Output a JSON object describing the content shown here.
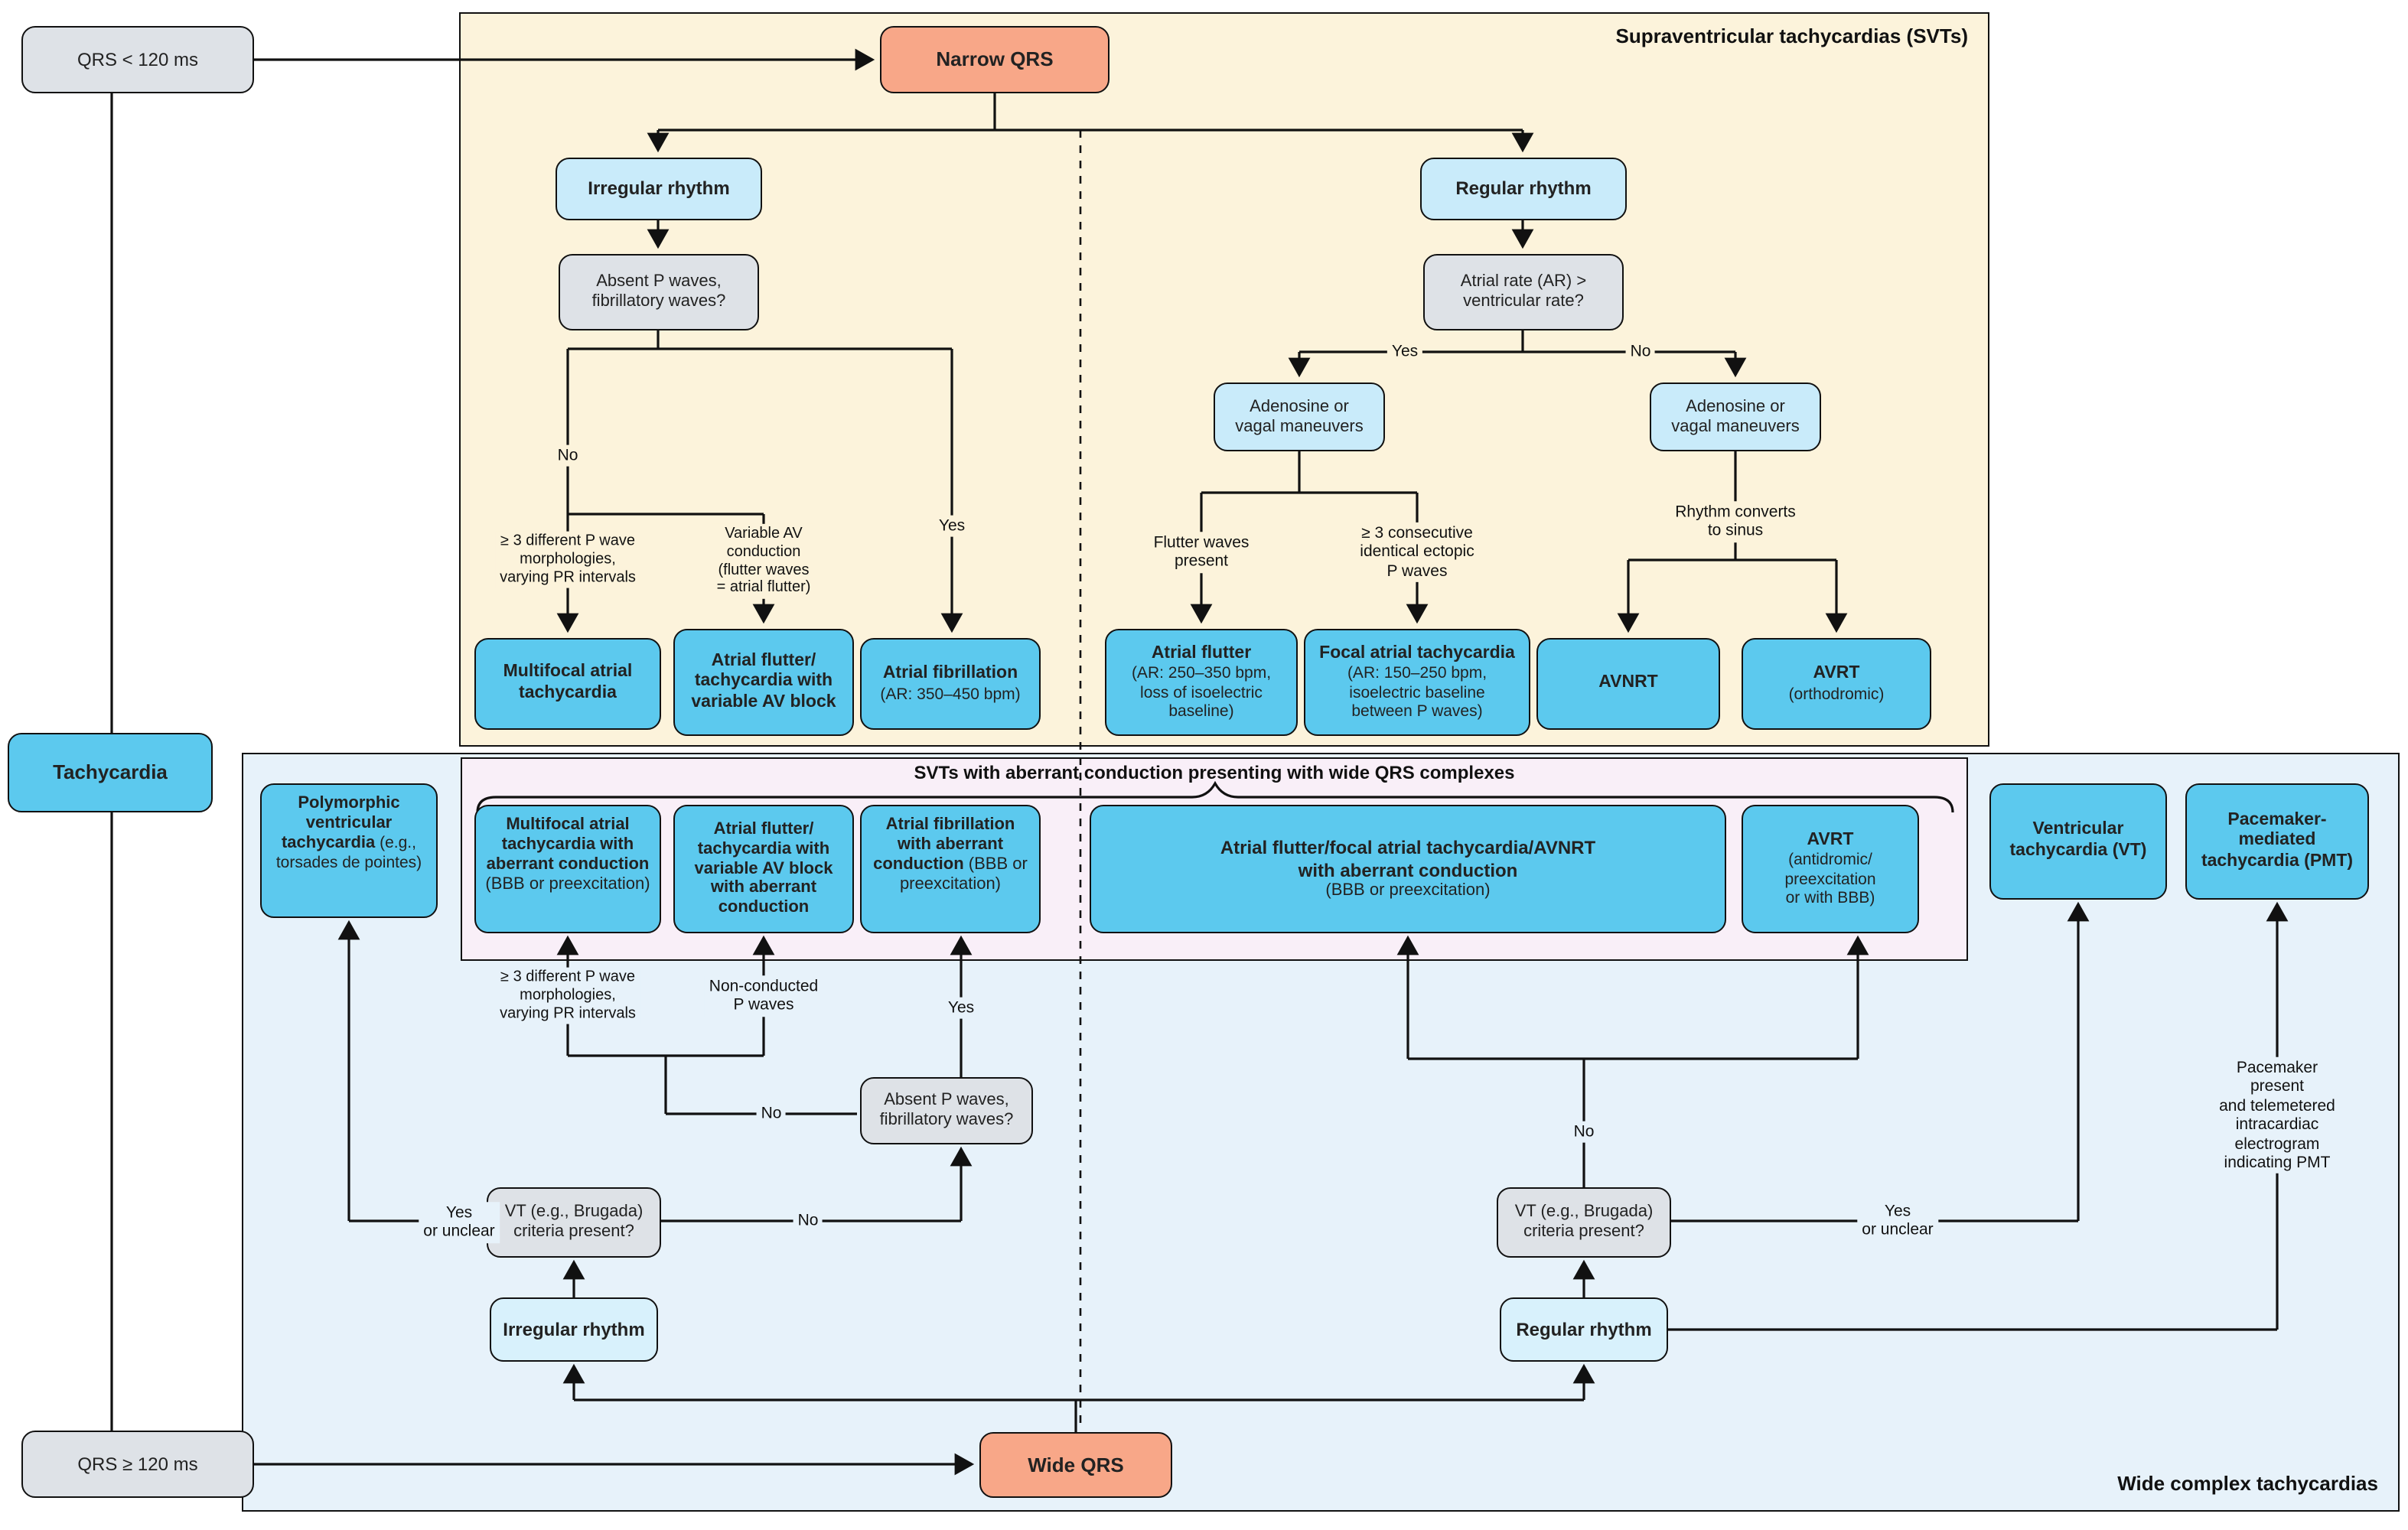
{
  "panels": {
    "svt_title": "Supraventricular tachycardias (SVTs)",
    "wide_title": "Wide complex tachycardias",
    "aberrant_title": "SVTs with aberrant conduction presenting with wide QRS complexes"
  },
  "colors": {
    "svt_panel_bg": "#FCF3DB",
    "wide_panel_bg": "#E7F2FA",
    "aberrant_band_bg": "#F9EFF8",
    "outcome_cyan": "#5CC9EE",
    "decision_lightblue": "#C9EBFA",
    "rhythm_paleblue": "#D8F1FC",
    "question_gray": "#DEE2E7",
    "qrs_salmon": "#F8A788",
    "line_black": "#111111"
  },
  "nodes": {
    "qrs_lt": {
      "title": "QRS < 120 ms"
    },
    "qrs_ge": {
      "title": "QRS ≥ 120 ms"
    },
    "tachycardia": {
      "title": "Tachycardia"
    },
    "narrow_qrs": {
      "title": "Narrow QRS"
    },
    "wide_qrs": {
      "title": "Wide QRS"
    },
    "irregular_top": {
      "title": "Irregular rhythm"
    },
    "regular_top": {
      "title": "Regular rhythm"
    },
    "absent_p_top": {
      "title": "Absent P waves,\nfibrillatory waves?"
    },
    "ar_vr": {
      "title": "Atrial rate (AR) >\nventricular rate?"
    },
    "adenosine_left": {
      "title": "Adenosine or\nvagal maneuvers"
    },
    "adenosine_right": {
      "title": "Adenosine or\nvagal maneuvers"
    },
    "multifocal": {
      "title": "Multifocal atrial\ntachycardia"
    },
    "aflutter_var": {
      "title": "Atrial flutter/\ntachycardia with\nvariable AV block"
    },
    "afib": {
      "title": "Atrial fibrillation",
      "sub": "(AR: 350–450 bpm)"
    },
    "aflutter_250": {
      "title": "Atrial flutter",
      "sub": "(AR: 250–350 bpm,\nloss of isoelectric\nbaseline)"
    },
    "focal_at": {
      "title": "Focal atrial tachycardia",
      "sub": "(AR: 150–250 bpm,\nisoelectric baseline\nbetween P waves)"
    },
    "avnrt": {
      "title": "AVNRT"
    },
    "avrt_ortho": {
      "title": "AVRT",
      "sub": "(orthodromic)"
    },
    "polymorphic": {
      "title": "Polymorphic ventricular tachycardia",
      "sub": " (e.g., torsades de pointes)"
    },
    "multifocal_ab": {
      "title": "Multifocal atrial tachycardia with aberrant conduction",
      "sub": " (BBB or preexcitation)"
    },
    "aflutter_var_ab": {
      "title": "Atrial flutter/\ntachycardia with\nvariable AV block\nwith aberrant\nconduction"
    },
    "afib_ab": {
      "title": "Atrial fibrillation with aberrant conduction",
      "sub": " (BBB or preexcitation)"
    },
    "svt_combo_ab": {
      "title": "Atrial flutter/focal atrial tachycardia/AVNRT\nwith aberrant conduction",
      "sub": "(BBB or preexcitation)"
    },
    "avrt_anti": {
      "title": "AVRT",
      "sub": "(antidromic/\npreexcitation\nor with BBB)"
    },
    "vt": {
      "title": "Ventricular\ntachycardia (VT)"
    },
    "pmt": {
      "title": "Pacemaker-\nmediated\ntachycardia (PMT)"
    },
    "absent_p_low": {
      "title": "Absent P waves,\nfibrillatory waves?"
    },
    "vt_criteria_left": {
      "title": "VT (e.g., Brugada)\ncriteria present?"
    },
    "vt_criteria_right": {
      "title": "VT (e.g., Brugada)\ncriteria present?"
    },
    "irregular_low": {
      "title": "Irregular rhythm"
    },
    "regular_low": {
      "title": "Regular rhythm"
    }
  },
  "labels": {
    "no": "No",
    "yes": "Yes",
    "yes_or_unclear": "Yes\nor unclear",
    "p3_morphologies": "≥ 3 different P wave\nmorphologies,\nvarying PR intervals",
    "variable_av": "Variable AV\nconduction\n(flutter waves\n= atrial flutter)",
    "flutter_present": "Flutter waves\npresent",
    "consecutive_ectopic": "≥ 3 consecutive\nidentical ectopic\nP waves",
    "rhythm_converts": "Rhythm converts\nto sinus",
    "non_conducted": "Non-conducted\nP waves",
    "pacemaker_present": "Pacemaker present\nand telemetered\nintracardiac\nelectrogram\nindicating PMT"
  }
}
